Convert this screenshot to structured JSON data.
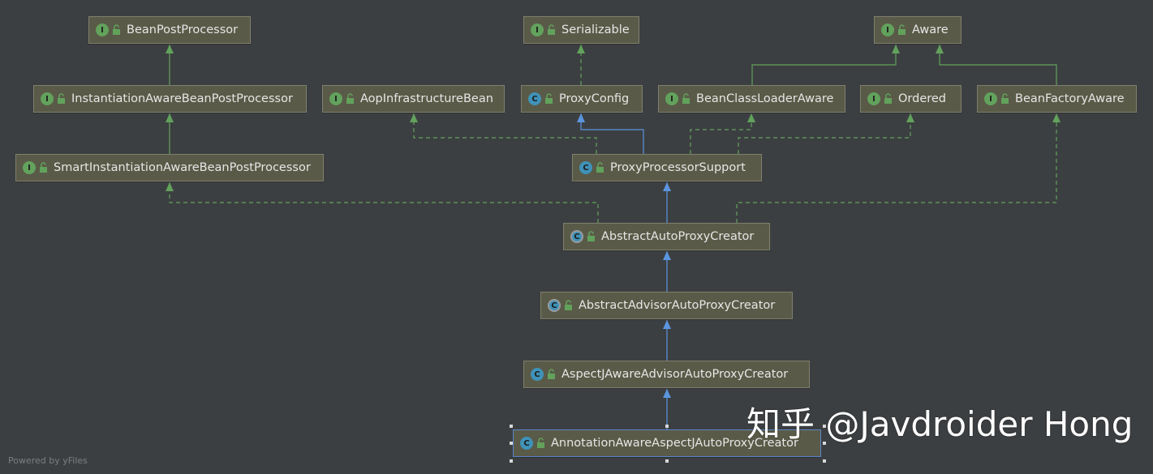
{
  "diagram": {
    "nodes": [
      {
        "id": "bpp",
        "kind": "I",
        "label": "BeanPostProcessor"
      },
      {
        "id": "ser",
        "kind": "I",
        "label": "Serializable"
      },
      {
        "id": "aware",
        "kind": "I",
        "label": "Aware"
      },
      {
        "id": "iabpp",
        "kind": "I",
        "label": "InstantiationAwareBeanPostProcessor"
      },
      {
        "id": "aib",
        "kind": "I",
        "label": "AopInfrastructureBean"
      },
      {
        "id": "pc",
        "kind": "C",
        "label": "ProxyConfig"
      },
      {
        "id": "bcla",
        "kind": "I",
        "label": "BeanClassLoaderAware"
      },
      {
        "id": "ord",
        "kind": "I",
        "label": "Ordered"
      },
      {
        "id": "bfa",
        "kind": "I",
        "label": "BeanFactoryAware"
      },
      {
        "id": "siabpp",
        "kind": "I",
        "label": "SmartInstantiationAwareBeanPostProcessor"
      },
      {
        "id": "pps",
        "kind": "C",
        "label": "ProxyProcessorSupport"
      },
      {
        "id": "aapc",
        "kind": "AC",
        "label": "AbstractAutoProxyCreator"
      },
      {
        "id": "aaapc",
        "kind": "AC",
        "label": "AbstractAdvisorAutoProxyCreator"
      },
      {
        "id": "ajaapc",
        "kind": "C",
        "label": "AspectJAwareAdvisorAutoProxyCreator"
      },
      {
        "id": "aaajapc",
        "kind": "C",
        "label": "AnnotationAwareAspectJAutoProxyCreator",
        "selected": true
      }
    ]
  },
  "colors": {
    "background": "#3c3f41",
    "node_fill": "#5a5a48",
    "interface_badge": "#62a25c",
    "class_badge": "#3f92b8",
    "implements_edge": "#62a25c",
    "extends_edge": "#5b95e0",
    "selection": "#5a86c8"
  },
  "footer": "Powered by yFiles",
  "watermark": "知乎 @Javdroider Hong"
}
